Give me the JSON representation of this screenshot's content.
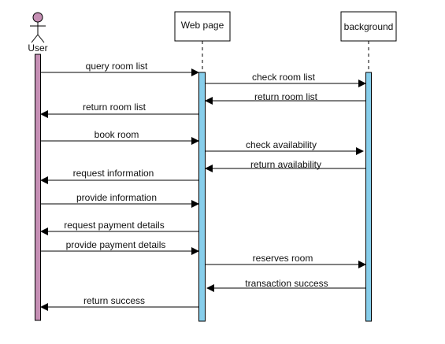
{
  "participants": [
    {
      "id": "user",
      "label": "User",
      "kind": "actor",
      "bar_color": "#c58fb4"
    },
    {
      "id": "webpage",
      "label": "Web page",
      "kind": "box",
      "bar_color": "#87ceeb"
    },
    {
      "id": "background",
      "label": "background",
      "kind": "box",
      "bar_color": "#87ceeb"
    }
  ],
  "colors": {
    "line": "#000000",
    "actor_head": "#c58fb4"
  },
  "messages": [
    {
      "from": "user",
      "to": "webpage",
      "label": "query room list"
    },
    {
      "from": "webpage",
      "to": "background",
      "label": "check room list"
    },
    {
      "from": "background",
      "to": "webpage",
      "label": "return room list"
    },
    {
      "from": "webpage",
      "to": "user",
      "label": "return room list"
    },
    {
      "from": "user",
      "to": "webpage",
      "label": "book room"
    },
    {
      "from": "webpage",
      "to": "background",
      "label": "check availability"
    },
    {
      "from": "background",
      "to": "webpage",
      "label": "return availability"
    },
    {
      "from": "webpage",
      "to": "user",
      "label": "request information"
    },
    {
      "from": "user",
      "to": "webpage",
      "label": "provide information"
    },
    {
      "from": "webpage",
      "to": "user",
      "label": "request payment details"
    },
    {
      "from": "user",
      "to": "webpage",
      "label": "provide payment details"
    },
    {
      "from": "webpage",
      "to": "background",
      "label": "reserves room"
    },
    {
      "from": "background",
      "to": "webpage",
      "label": "transaction success"
    },
    {
      "from": "webpage",
      "to": "user",
      "label": "return success"
    }
  ]
}
